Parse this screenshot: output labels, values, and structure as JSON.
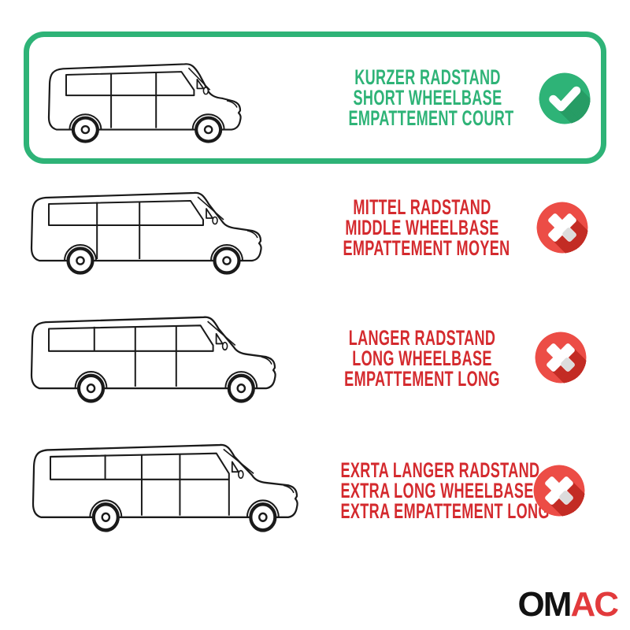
{
  "colors": {
    "green": "#2EB377",
    "green_shadow": "#279C65",
    "red_text": "#D42A2E",
    "red_icon": "#EC4D46",
    "red_icon_shadow": "#C32C25",
    "cross_gray_arm": "#DCDCDC",
    "van_stroke": "#1A1A1A",
    "logo_black": "#121212",
    "logo_red": "#E23A3C",
    "background": "#FFFFFF"
  },
  "rows": [
    {
      "id": "short-wheelbase",
      "lines": [
        "KURZER RADSTAND",
        "SHORT WHEELBASE",
        "EMPATTEMENT COURT"
      ],
      "status_icon": "check",
      "selected": true
    },
    {
      "id": "middle-wheelbase",
      "lines": [
        "MITTEL RADSTAND",
        "MIDDLE WHEELBASE",
        "EMPATTEMENT MOYEN"
      ],
      "status_icon": "cross",
      "selected": false
    },
    {
      "id": "long-wheelbase",
      "lines": [
        "LANGER RADSTAND",
        "LONG WHEELBASE",
        "EMPATTEMENT LONG"
      ],
      "status_icon": "cross",
      "selected": false
    },
    {
      "id": "extra-long-wheelbase",
      "lines": [
        "EXRTA LANGER RADSTAND",
        "EXTRA LONG WHEELBASE",
        "EXTRA EMPATTEMENT LONG"
      ],
      "status_icon": "cross",
      "selected": false
    }
  ],
  "logo": {
    "part1": "OM",
    "part2": "AC"
  }
}
